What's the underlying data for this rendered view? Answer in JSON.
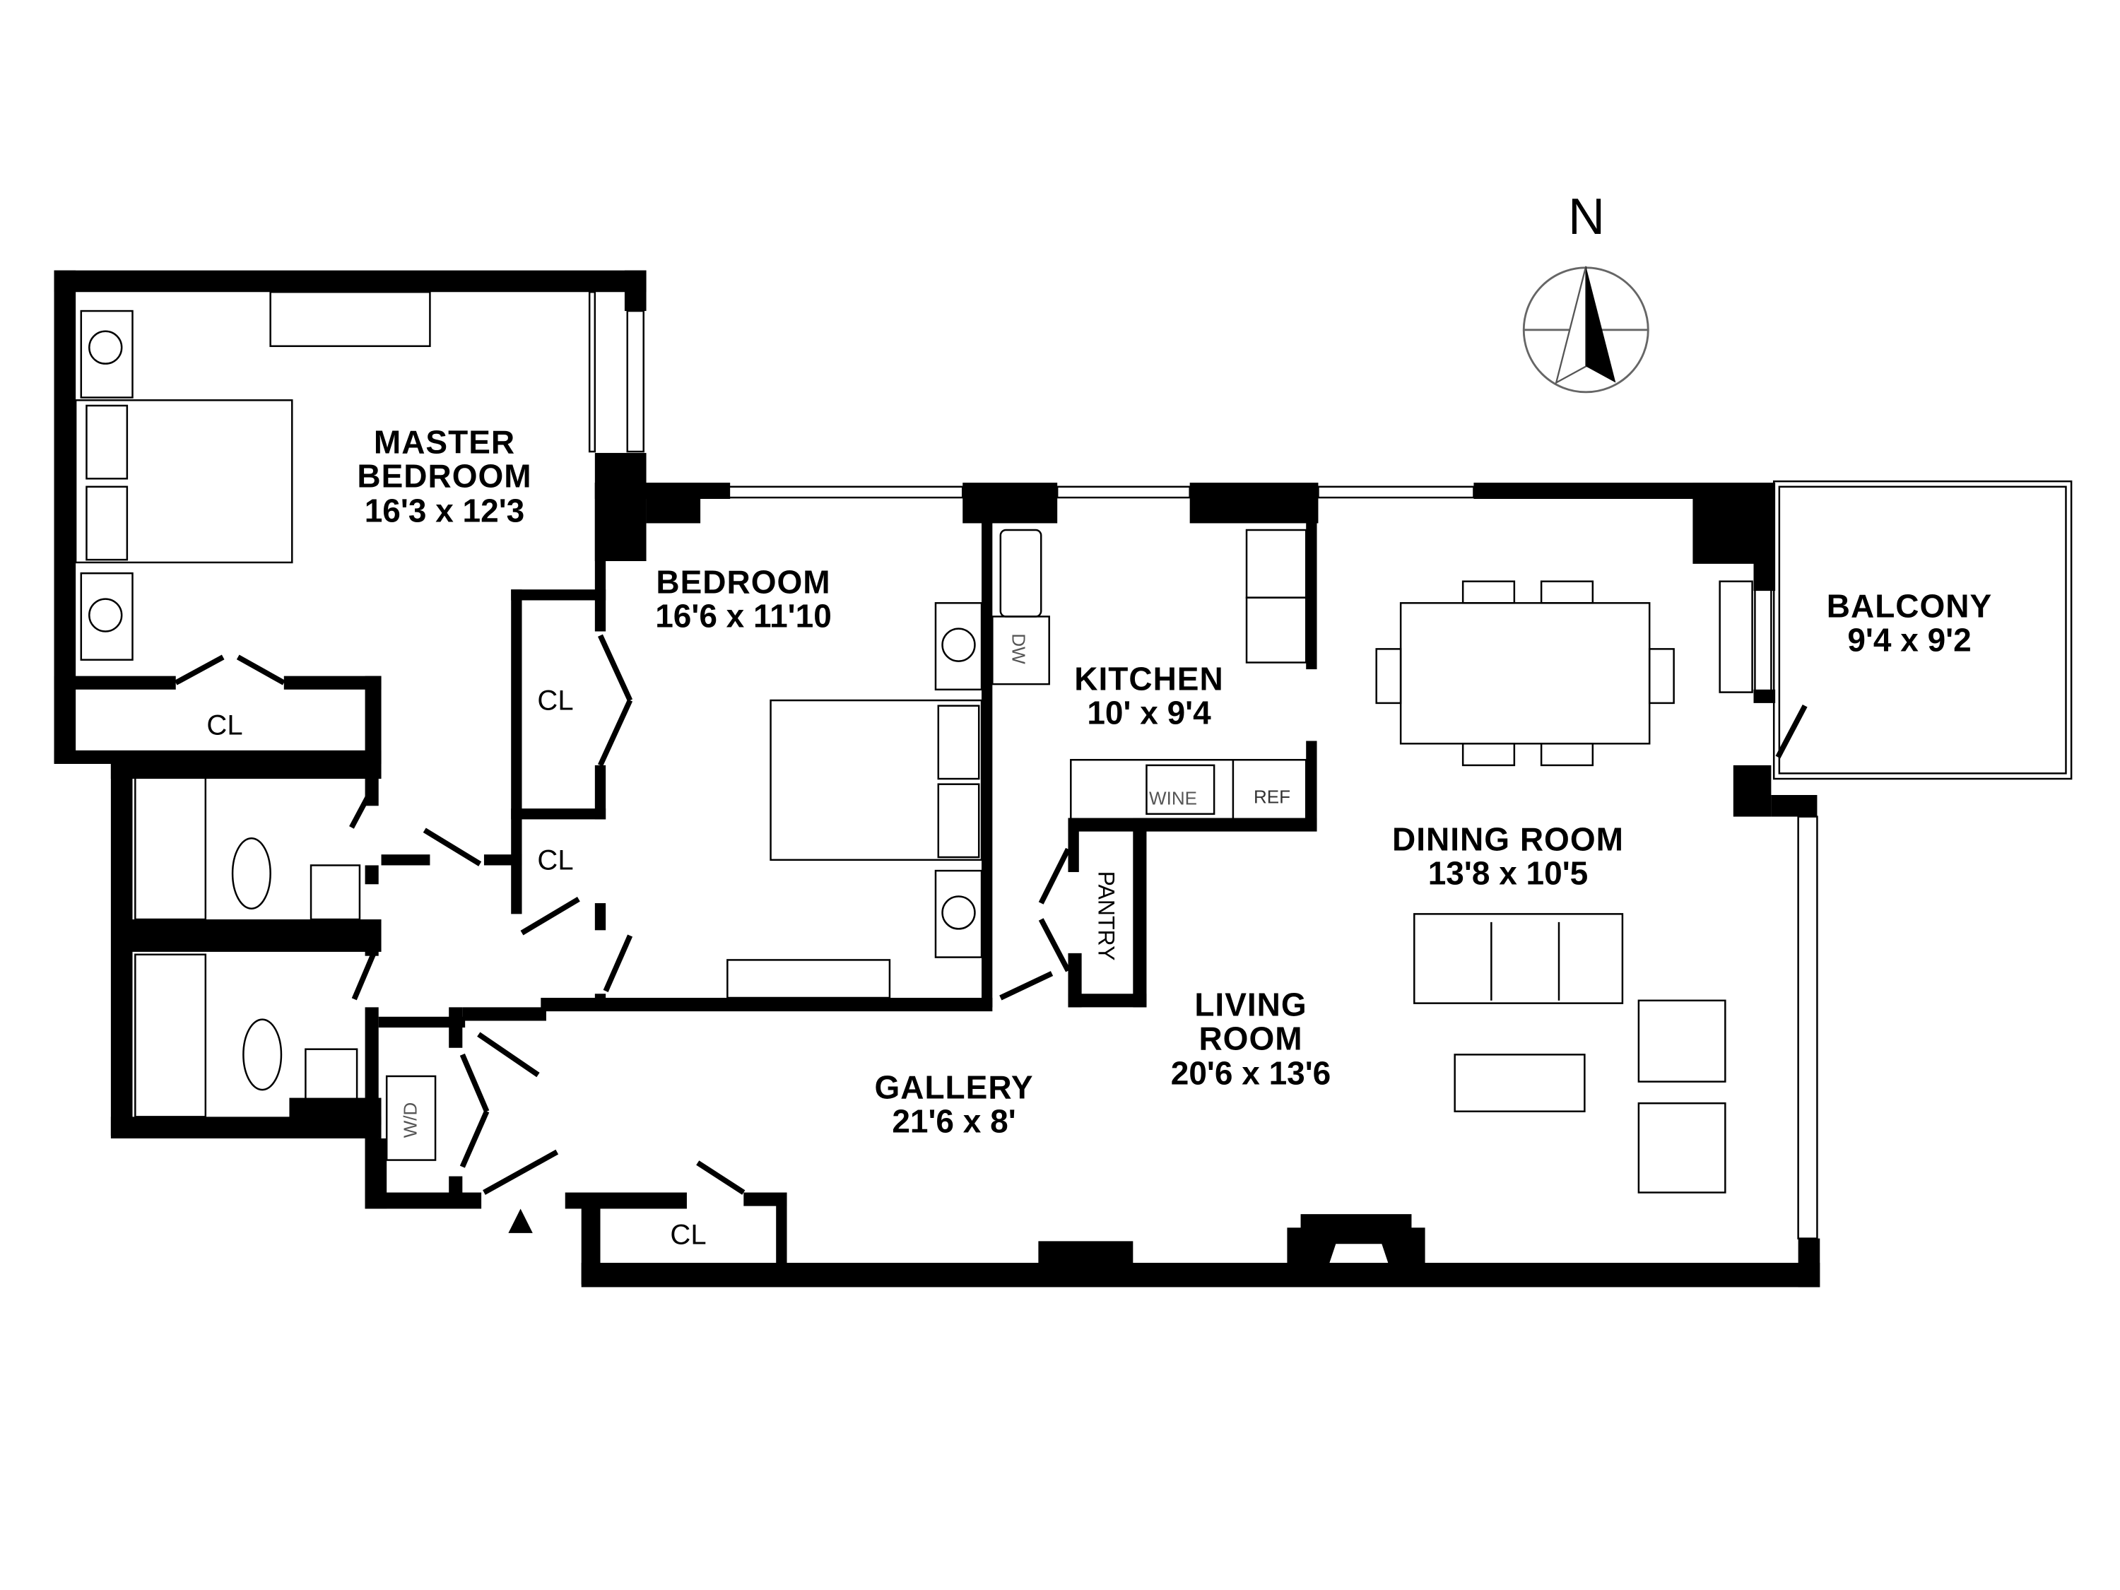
{
  "rooms": {
    "master_bedroom": {
      "name": "MASTER\nBEDROOM",
      "name_line1": "MASTER",
      "name_line2": "BEDROOM",
      "dims": "16'3 x 12'3"
    },
    "bedroom": {
      "name": "BEDROOM",
      "dims": "16'6 x 11'10"
    },
    "kitchen": {
      "name": "KITCHEN",
      "dims": "10' x 9'4"
    },
    "dining_room": {
      "name": "DINING ROOM",
      "dims": "13'8 x 10'5"
    },
    "balcony": {
      "name": "BALCONY",
      "dims": "9'4 x 9'2"
    },
    "living_room": {
      "name_line1": "LIVING",
      "name_line2": "ROOM",
      "dims": "20'6 x 13'6"
    },
    "gallery": {
      "name": "GALLERY",
      "dims": "21'6 x 8'"
    }
  },
  "closets": {
    "master_cl": "CL",
    "bedroom_cl_upper": "CL",
    "hall_cl": "CL",
    "gallery_cl": "CL",
    "pantry": "PANTRY"
  },
  "appliances": {
    "dishwasher": "DW",
    "wine": "WINE",
    "refrigerator": "REF",
    "washer_dryer": "W/D"
  },
  "compass": {
    "label": "N"
  },
  "entry_marker": "entry-triangle"
}
